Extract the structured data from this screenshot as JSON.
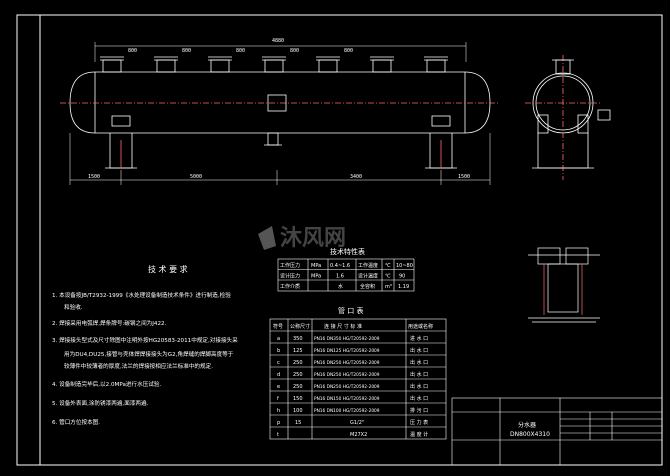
{
  "dimensions": {
    "top_spacing": [
      "800",
      "800",
      "800",
      "800",
      "800"
    ],
    "top_total": "4880",
    "bottom": [
      "1500",
      "5000",
      "3400",
      "1500"
    ]
  },
  "watermark": "沐风网",
  "process_table": {
    "title": "技术特性表",
    "rows": [
      [
        "工作压力",
        "MPa",
        "0.4~1.6",
        "工作温度",
        "℃",
        "10~80"
      ],
      [
        "设计压力",
        "MPa",
        "1.6",
        "设计温度",
        "℃",
        "90"
      ],
      [
        "工作介质",
        "",
        "水",
        "全容积",
        "m³",
        "1.19"
      ]
    ]
  },
  "notes": {
    "title": "技 术 要 求",
    "items": [
      "1. 本设备按JB/T2932-1999《水处理设备制造技术条件》进行制造,检验和验收.",
      "2. 焊接采用电弧焊,焊条牌号:碳钢之间为J422.",
      "3. 焊接接头型式及尺寸除图中注明外按HG20583-2011中规定,对接接头采用为DU4,DU25,接管与壳体焊焊接接头为G2,角焊缝的焊脚高度等于较薄件中较薄者的厚度,法兰的焊接按相应法兰标准中的规定.",
      "4. 设备制造完毕后,以2.0MPa进行水压试验.",
      "5. 设备外表面,涂防锈漆两遍,面漆两遍.",
      "6. 管口方位按本图."
    ]
  },
  "nozzle_table": {
    "title": "管 口 表",
    "headers": [
      "符号",
      "公称尺寸",
      "连 接 尺 寸 标 准",
      "用途或名称"
    ],
    "rows": [
      [
        "a",
        "350",
        "PN16 DN350 HG/T20592-2009",
        "进 水 口"
      ],
      [
        "b",
        "125",
        "PN16 DN125 HG/T20592-2009",
        "出 水 口"
      ],
      [
        "c",
        "250",
        "PN16 DN250 HG/T20592-2009",
        "出 水 口"
      ],
      [
        "d",
        "250",
        "PN16 DN250 HG/T20592-2009",
        "出 水 口"
      ],
      [
        "e",
        "250",
        "PN16 DN250 HG/T20592-2009",
        "出 水 口"
      ],
      [
        "f",
        "150",
        "PN16 DN150 HG/T20592-2009",
        "出 水 口"
      ],
      [
        "h",
        "100",
        "PN16 DN100 HG/T20592-2009",
        "排 污 口"
      ],
      [
        "p",
        "15",
        "G1/2\"",
        "压 力 表"
      ],
      [
        "t",
        "",
        "M27X2",
        "温 度 计"
      ]
    ]
  },
  "title_block": {
    "name": "分水器",
    "spec": "DN800X4310"
  }
}
